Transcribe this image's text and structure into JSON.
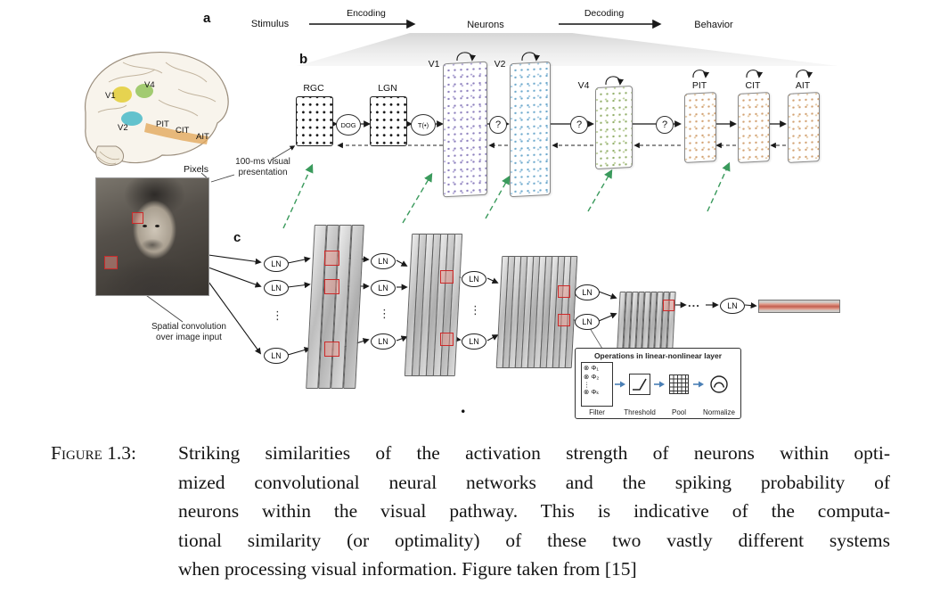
{
  "panel_a": {
    "label": "a",
    "stimulus": "Stimulus",
    "encoding": "Encoding",
    "neurons": "Neurons",
    "decoding": "Decoding",
    "behavior": "Behavior"
  },
  "brain": {
    "v4": "V4",
    "v1": "V1",
    "v2": "V2",
    "pit": "PIT",
    "cit": "CIT",
    "ait": "AIT",
    "pixels_label": "Pixels",
    "presentation_note": "100-ms visual presentation"
  },
  "panel_b": {
    "label": "b",
    "rgc": "RGC",
    "dog": "DOG",
    "lgn": "LGN",
    "transfer": "T(•)",
    "v1": "V1",
    "v2": "V2",
    "v4": "V4",
    "pit": "PIT",
    "cit": "CIT",
    "ait": "AIT",
    "question": "?"
  },
  "panel_c": {
    "label": "c",
    "ln": "LN",
    "vdots": "⋮",
    "hdots": "...",
    "conv_note": "Spatial convolution over image input",
    "artifact_dot": "."
  },
  "operations": {
    "title": "Operations in linear-nonlinear layer",
    "filter_row_1": "⊗ Φ₁",
    "filter_row_2": "⊗ Φ₂",
    "filter_vdots": "⋮",
    "filter_row_k": "⊗ Φₖ",
    "filter": "Filter",
    "threshold": "Threshold",
    "pool": "Pool",
    "normalize": "Normalize"
  },
  "caption": {
    "label": "Figure 1.3:",
    "lines": [
      "Striking similarities of the activation strength of neurons within opti-",
      "mized convolutional neural networks and the spiking probability of",
      "neurons within the visual pathway. This is indicative of the computa-",
      "tional similarity (or optimality) of these two vastly different systems",
      "when processing visual information. Figure taken from [15]"
    ]
  },
  "colors": {
    "v1_dots": "#8d80bd",
    "v2_dots": "#6faacd",
    "v4_dots": "#94b06c",
    "it_dots": "#d2a273",
    "feedback_green": "#3a9a5c",
    "receptive_field_red": "#cc2a2a",
    "output_bar": "#c4604f",
    "op_arrow_blue": "#4a7fb5"
  }
}
